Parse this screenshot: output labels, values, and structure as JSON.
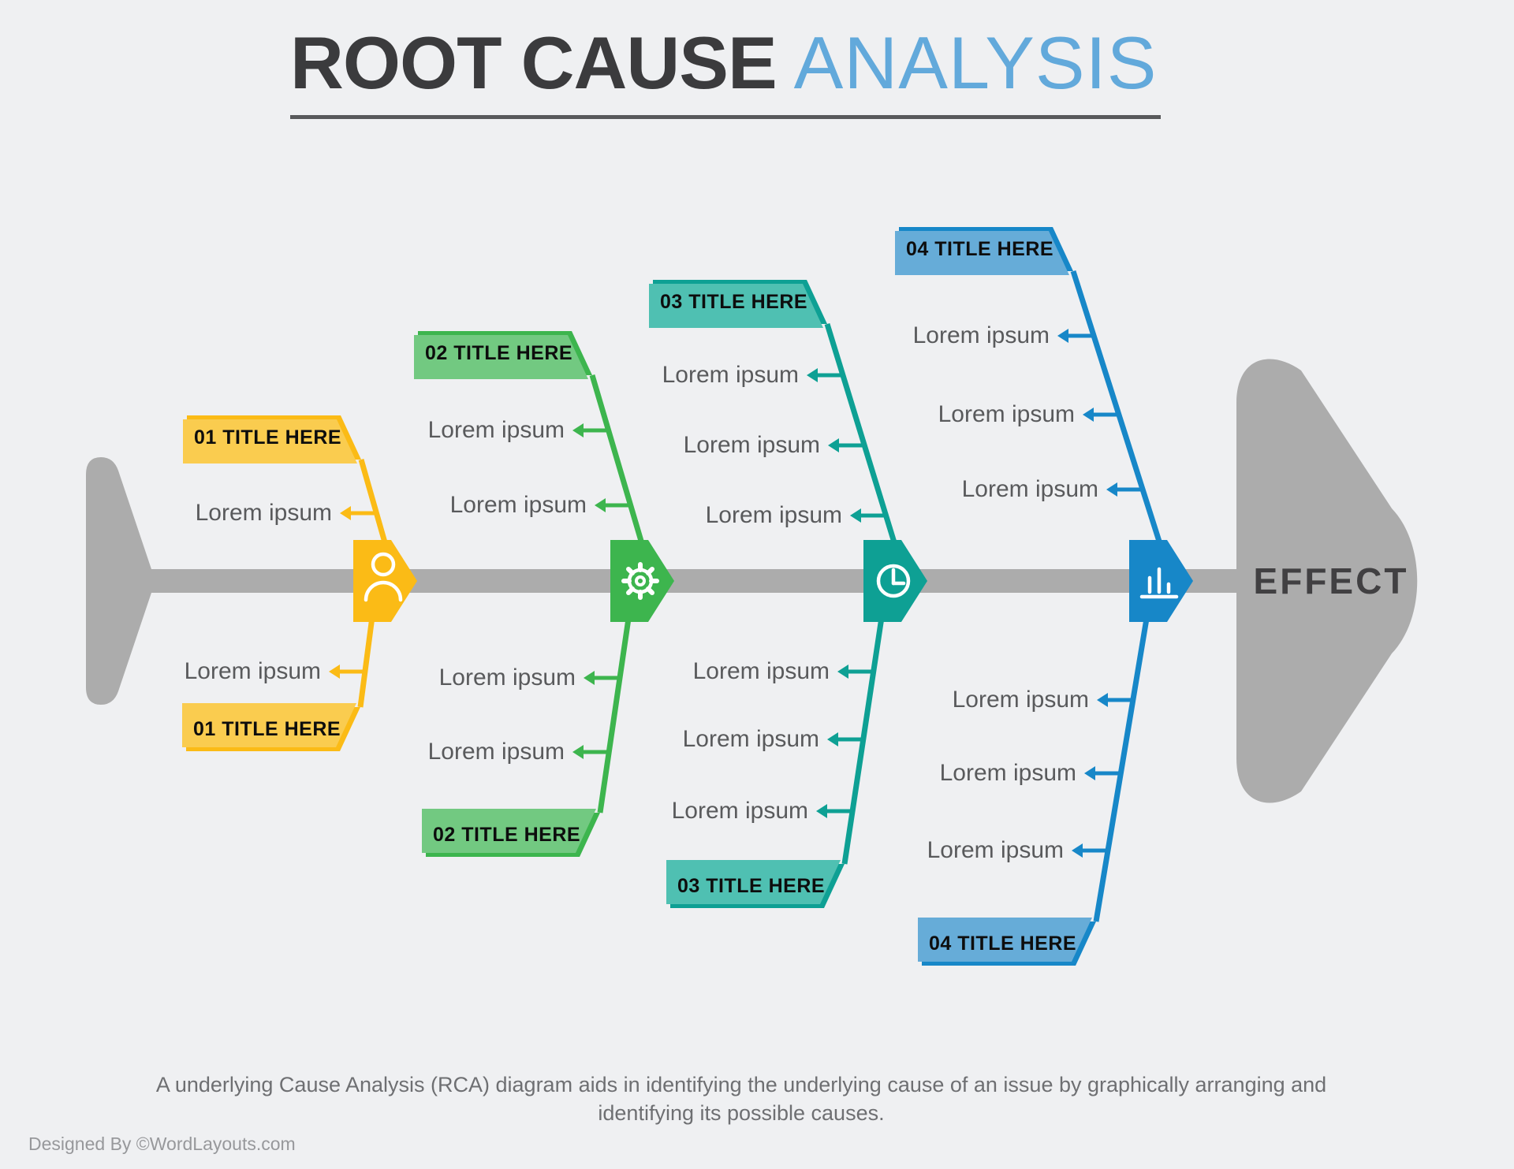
{
  "header": {
    "title_primary": "ROOT CAUSE",
    "title_accent": "ANALYSIS"
  },
  "effect": {
    "label": "EFFECT"
  },
  "sections": [
    {
      "number_title": "01 TITLE HERE",
      "icon": "person-icon",
      "fill_color": "#FACC4F",
      "stroke_color": "#FBBB16",
      "top_causes": [
        "Lorem ipsum"
      ],
      "bottom_causes": [
        "Lorem ipsum"
      ]
    },
    {
      "number_title": "02 TITLE HERE",
      "icon": "gear-icon",
      "fill_color": "#72C981",
      "stroke_color": "#3DB54E",
      "top_causes": [
        "Lorem ipsum",
        "Lorem ipsum"
      ],
      "bottom_causes": [
        "Lorem ipsum",
        "Lorem ipsum"
      ]
    },
    {
      "number_title": "03 TITLE HERE",
      "icon": "clock-icon",
      "fill_color": "#4FC0B2",
      "stroke_color": "#0EA094",
      "top_causes": [
        "Lorem ipsum",
        "Lorem ipsum",
        "Lorem ipsum"
      ],
      "bottom_causes": [
        "Lorem ipsum",
        "Lorem ipsum",
        "Lorem ipsum"
      ]
    },
    {
      "number_title": "04 TITLE HERE",
      "icon": "bar-chart-icon",
      "fill_color": "#66ACD8",
      "stroke_color": "#1787C8",
      "top_causes": [
        "Lorem ipsum",
        "Lorem ipsum",
        "Lorem ipsum"
      ],
      "bottom_causes": [
        "Lorem ipsum",
        "Lorem ipsum",
        "Lorem ipsum"
      ]
    }
  ],
  "description": {
    "line1": "A underlying Cause Analysis (RCA) diagram aids in identifying the underlying cause of an issue by graphically arranging and",
    "line2": "identifying its possible causes."
  },
  "footer": {
    "credit": "Designed By ©WordLayouts.com"
  },
  "palette": {
    "background": "#EFF0F2",
    "spine_gray": "#ACACAC",
    "title_dark": "#3B3B3D",
    "title_accent_blue": "#62A9DB",
    "text_gray": "#595A5C"
  }
}
